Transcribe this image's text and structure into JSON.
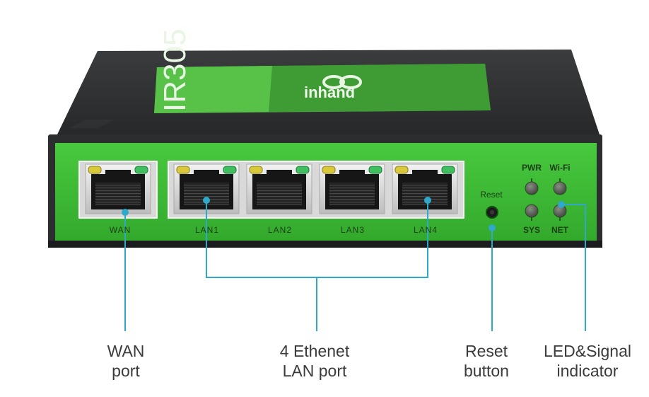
{
  "device": {
    "model": "IR305",
    "brand": "inhand",
    "housing_color": "#2e3032",
    "panel_color": "#3dbb35",
    "label_color": "#4db13f",
    "port_labels": [
      "WAN",
      "LAN1",
      "LAN2",
      "LAN3",
      "LAN4"
    ],
    "reset_label": "Reset",
    "led_labels": [
      "PWR",
      "Wi-Fi",
      "SYS",
      "NET"
    ]
  },
  "annotations": {
    "line_color": "#2fa8c9",
    "items": [
      {
        "line1": "WAN",
        "line2": "port"
      },
      {
        "line1": "4 Ethenet",
        "line2": "LAN port"
      },
      {
        "line1": "Reset",
        "line2": "button"
      },
      {
        "line1": "LED&Signal",
        "line2": "indicator"
      }
    ]
  }
}
